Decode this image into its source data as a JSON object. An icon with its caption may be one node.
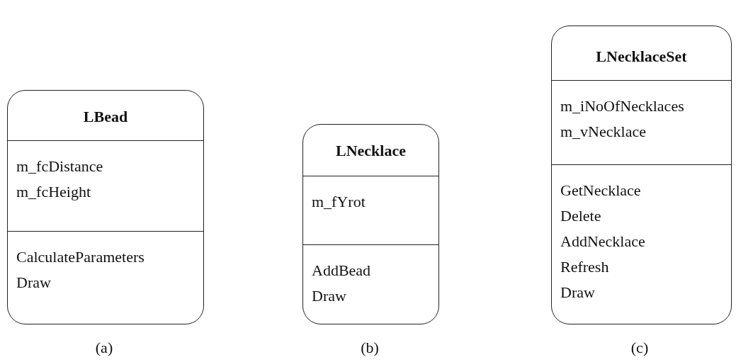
{
  "diagram": {
    "nodes": [
      {
        "text": [
          "LBead"
        ],
        "beside": [
          "(a)"
        ]
      },
      {
        "text": [
          "m_fcDistance",
          "m_fcHeight"
        ],
        "in": 0
      },
      {
        "text": [
          "CalculateParameters",
          "Draw"
        ],
        "in": 0
      },
      {
        "text": [
          "LNecklace"
        ],
        "beside": [
          "(b)"
        ]
      },
      {
        "text": [
          "m_fYrot"
        ],
        "in": 3
      },
      {
        "text": [
          "AddBead",
          "Draw"
        ],
        "in": 3
      },
      {
        "text": [
          "LNecklaceSet"
        ],
        "beside": [
          "(c)"
        ]
      },
      {
        "text": [
          "m_iNoOfNecklaces",
          "m_vNecklace"
        ],
        "in": 6
      },
      {
        "text": [
          "GetNecklace",
          "Delete",
          "AddNecklace",
          "Refresh",
          "Draw"
        ],
        "in": 6
      }
    ]
  }
}
